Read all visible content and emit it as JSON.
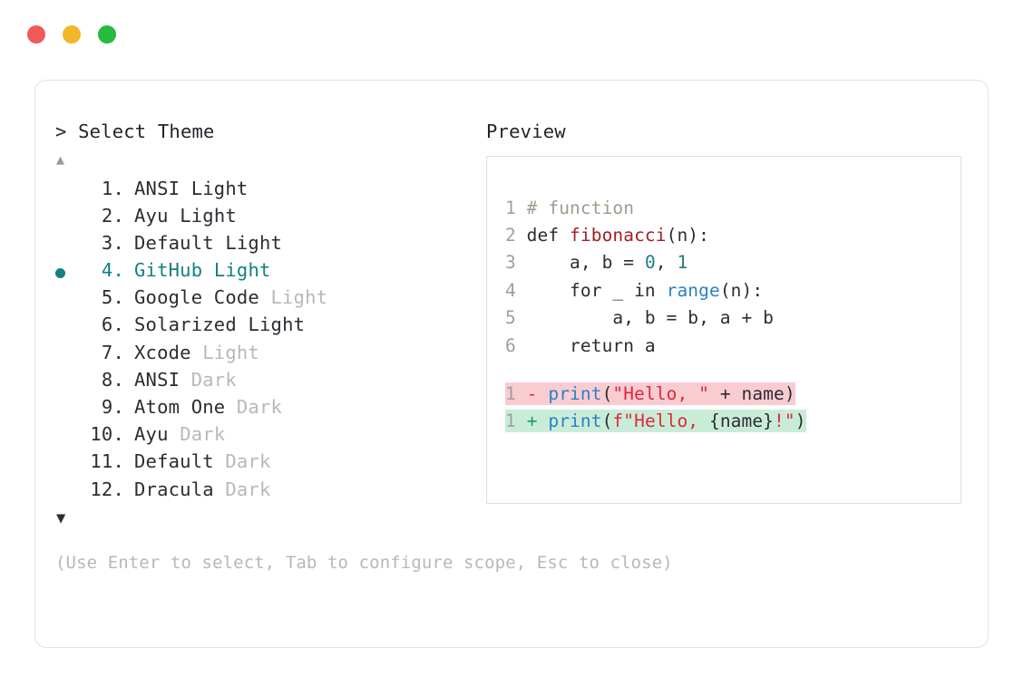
{
  "window": {
    "traffic_lights": [
      {
        "name": "close",
        "color": "#f05a58"
      },
      {
        "name": "minimize",
        "color": "#f3b62a"
      },
      {
        "name": "maximize",
        "color": "#25bb3c"
      }
    ]
  },
  "left": {
    "prompt": "> Select Theme",
    "scroll_up_icon": "▲",
    "scroll_down_icon": "▼",
    "items": [
      {
        "num": "1.",
        "name": "ANSI",
        "variant": "Light",
        "variant_dim": false,
        "selected": false
      },
      {
        "num": "2.",
        "name": "Ayu",
        "variant": "Light",
        "variant_dim": false,
        "selected": false
      },
      {
        "num": "3.",
        "name": "Default",
        "variant": "Light",
        "variant_dim": false,
        "selected": false
      },
      {
        "num": "4.",
        "name": "GitHub",
        "variant": "Light",
        "variant_dim": false,
        "selected": true
      },
      {
        "num": "5.",
        "name": "Google Code",
        "variant": "Light",
        "variant_dim": true,
        "selected": false
      },
      {
        "num": "6.",
        "name": "Solarized",
        "variant": "Light",
        "variant_dim": false,
        "selected": false
      },
      {
        "num": "7.",
        "name": "Xcode",
        "variant": "Light",
        "variant_dim": true,
        "selected": false
      },
      {
        "num": "8.",
        "name": "ANSI",
        "variant": "Dark",
        "variant_dim": true,
        "selected": false
      },
      {
        "num": "9.",
        "name": "Atom One",
        "variant": "Dark",
        "variant_dim": true,
        "selected": false
      },
      {
        "num": "10.",
        "name": "Ayu",
        "variant": "Dark",
        "variant_dim": true,
        "selected": false
      },
      {
        "num": "11.",
        "name": "Default",
        "variant": "Dark",
        "variant_dim": true,
        "selected": false
      },
      {
        "num": "12.",
        "name": "Dracula",
        "variant": "Dark",
        "variant_dim": true,
        "selected": false
      }
    ],
    "hint": "(Use Enter to select, Tab to configure scope, Esc to close)"
  },
  "preview": {
    "label": "Preview",
    "code_lines": [
      {
        "gutter": "1",
        "tokens": [
          {
            "t": " # function",
            "c": "comment"
          }
        ]
      },
      {
        "gutter": "2",
        "tokens": [
          {
            "t": " def ",
            "c": "plain"
          },
          {
            "t": "fibonacci",
            "c": "fn"
          },
          {
            "t": "(n):",
            "c": "plain"
          }
        ]
      },
      {
        "gutter": "3",
        "tokens": [
          {
            "t": "     a, b = ",
            "c": "plain"
          },
          {
            "t": "0",
            "c": "num"
          },
          {
            "t": ", ",
            "c": "plain"
          },
          {
            "t": "1",
            "c": "num"
          }
        ]
      },
      {
        "gutter": "4",
        "tokens": [
          {
            "t": "     for _ in ",
            "c": "plain"
          },
          {
            "t": "range",
            "c": "builtin"
          },
          {
            "t": "(n):",
            "c": "plain"
          }
        ]
      },
      {
        "gutter": "5",
        "tokens": [
          {
            "t": "         a, b = b, a + b",
            "c": "plain"
          }
        ]
      },
      {
        "gutter": "6",
        "tokens": [
          {
            "t": "     return a",
            "c": "plain"
          }
        ]
      }
    ],
    "diff_lines": [
      {
        "kind": "del",
        "gutter": "1",
        "tokens": [
          {
            "t": " ",
            "c": "plain"
          },
          {
            "t": "-",
            "c": "minus"
          },
          {
            "t": " ",
            "c": "plain"
          },
          {
            "t": "print",
            "c": "builtin"
          },
          {
            "t": "(",
            "c": "plain"
          },
          {
            "t": "\"Hello, \"",
            "c": "str"
          },
          {
            "t": " + name)",
            "c": "plain"
          }
        ]
      },
      {
        "kind": "add",
        "gutter": "1",
        "tokens": [
          {
            "t": " ",
            "c": "plain"
          },
          {
            "t": "+",
            "c": "plus"
          },
          {
            "t": " ",
            "c": "plain"
          },
          {
            "t": "print",
            "c": "builtin"
          },
          {
            "t": "(",
            "c": "plain"
          },
          {
            "t": "f\"Hello, ",
            "c": "str"
          },
          {
            "t": "{name}",
            "c": "plain"
          },
          {
            "t": "!\"",
            "c": "str"
          },
          {
            "t": ")",
            "c": "plain"
          }
        ]
      }
    ]
  },
  "colors": {
    "accent_teal": "#14807f",
    "diff_add_bg": "#c9ecd8",
    "diff_del_bg": "#f9ccd2",
    "dim_text": "#b6b8bc",
    "body_text": "#2b2d33",
    "border": "#e2e2e4"
  }
}
